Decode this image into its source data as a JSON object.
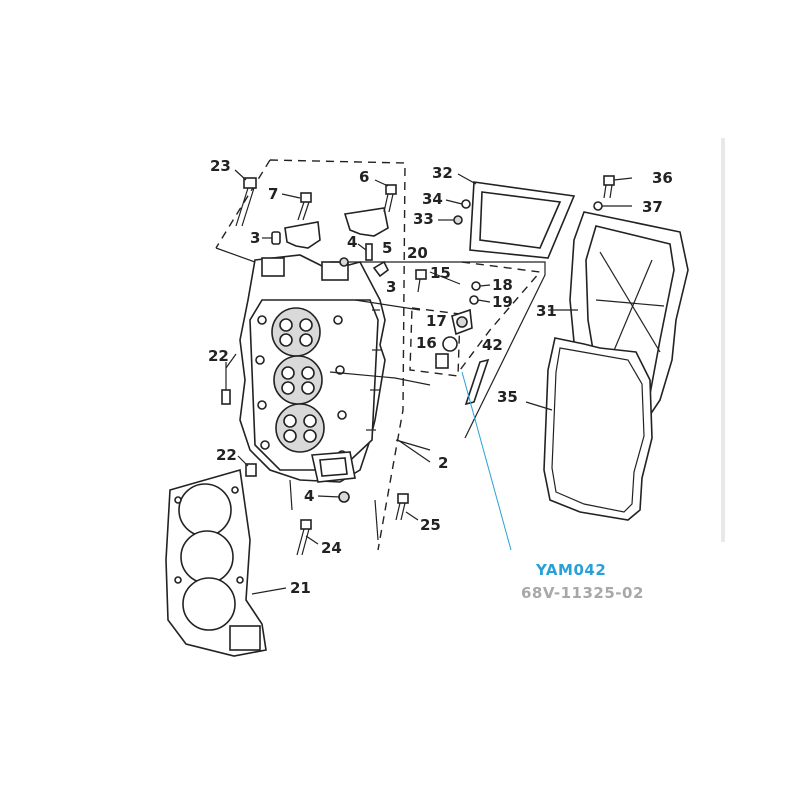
{
  "diagram": {
    "callouts": {
      "c23": "23",
      "c7": "7",
      "c6": "6",
      "c32": "32",
      "c36": "36",
      "c34": "34",
      "c37": "37",
      "c33": "33",
      "c3a": "3",
      "c4a": "4",
      "c5": "5",
      "c20": "20",
      "c15": "15",
      "c18": "18",
      "c3b": "3",
      "c19": "19",
      "c31": "31",
      "c17": "17",
      "c16": "16",
      "c42": "42",
      "c22a": "22",
      "c35": "35",
      "c22b": "22",
      "c2": "2",
      "c4b": "4",
      "c25": "25",
      "c24": "24",
      "c21": "21"
    },
    "part_code": "YAM042",
    "part_number": "68V-11325-02",
    "colors": {
      "leader": "#2aa0d8",
      "part_code": "#2aa0d8",
      "part_number": "#a8a8a8",
      "lines": "#222222"
    }
  }
}
